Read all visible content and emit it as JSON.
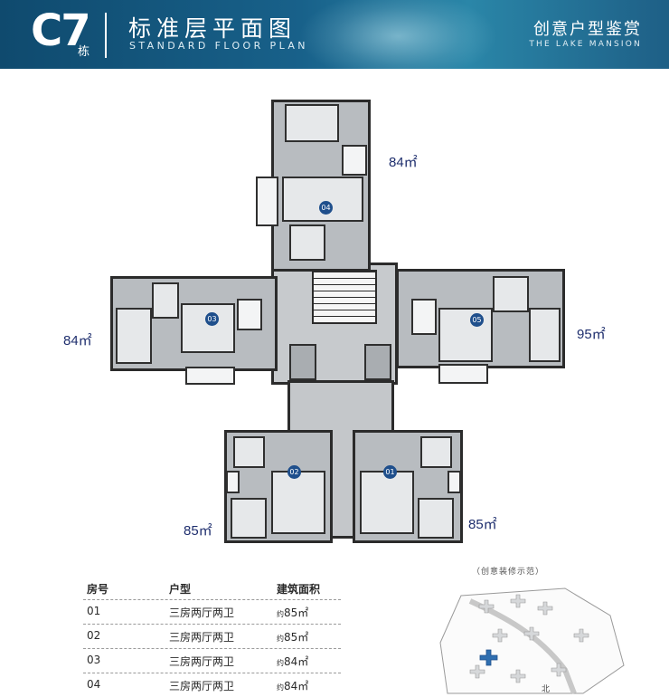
{
  "header": {
    "brand": "C7",
    "brand_sub": "栋",
    "title_cn": "标准层平面图",
    "title_en": "STANDARD FLOOR PLAN",
    "right_cn": "创意户型鉴赏",
    "right_en": "THE LAKE MANSION"
  },
  "plan": {
    "units": [
      {
        "id": "04",
        "area": "84㎡"
      },
      {
        "id": "03",
        "area": "84㎡"
      },
      {
        "id": "05",
        "area": "95㎡"
      },
      {
        "id": "02",
        "area": "85㎡"
      },
      {
        "id": "01",
        "area": "85㎡"
      }
    ]
  },
  "table": {
    "headers": [
      "房号",
      "户型",
      "建筑面积"
    ],
    "area_prefix": "约",
    "rows": [
      {
        "no": "01",
        "type": "三房两厅两卫",
        "area": "85㎡"
      },
      {
        "no": "02",
        "type": "三房两厅两卫",
        "area": "85㎡"
      },
      {
        "no": "03",
        "type": "三房两厅两卫",
        "area": "84㎡"
      },
      {
        "no": "04",
        "type": "三房两厅两卫",
        "area": "84㎡"
      }
    ]
  },
  "sitemap": {
    "caption": "（创意装修示范）",
    "north": "北"
  },
  "colors": {
    "banner": "#18618a",
    "badge": "#1f4f8c",
    "area_text": "#1f2f6e"
  }
}
